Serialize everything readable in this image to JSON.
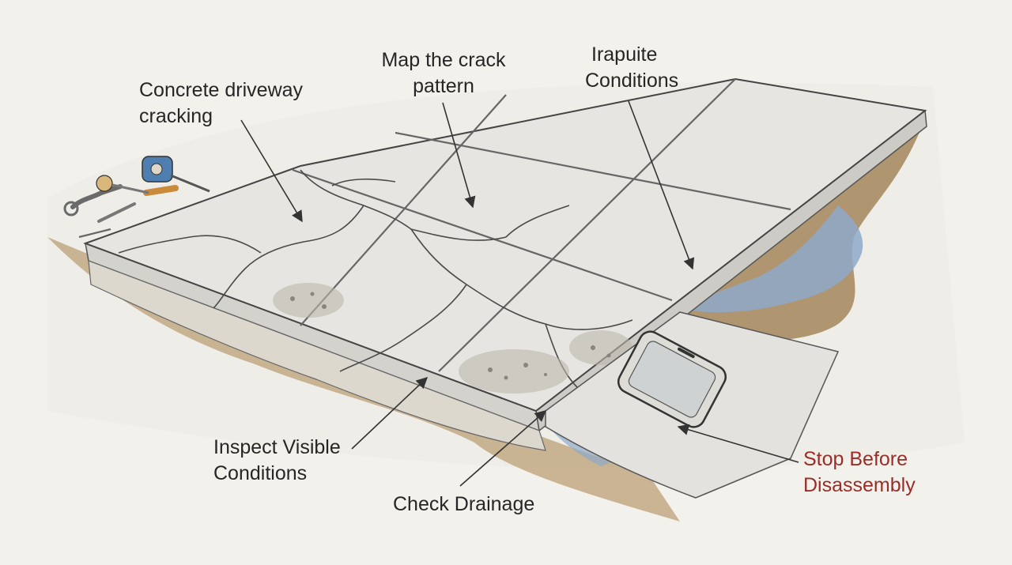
{
  "callouts": {
    "driveway_cracking": {
      "line1": "Concrete driveway",
      "line2": "cracking"
    },
    "map_crack": {
      "line1": "Map the crack",
      "line2": "pattern"
    },
    "irapuite": {
      "line1": "Irapuite",
      "line2": "Conditions"
    },
    "inspect": {
      "line1": "Inspect Visible",
      "line2": "Conditions"
    },
    "drainage": {
      "line1": "Check Drainage"
    },
    "stop": {
      "line1": "Stop Before",
      "line2": "Disassembly"
    }
  },
  "icons": [
    "tape-measure-icon",
    "wrench-icon",
    "screwdriver-icon",
    "phone-icon"
  ],
  "colors": {
    "background": "#f3f1ec",
    "concrete": "#e6e5e1",
    "soil": "#9c7c52",
    "water": "#8fa9c9",
    "text": "#262626",
    "warning_text": "#9b2d28"
  }
}
